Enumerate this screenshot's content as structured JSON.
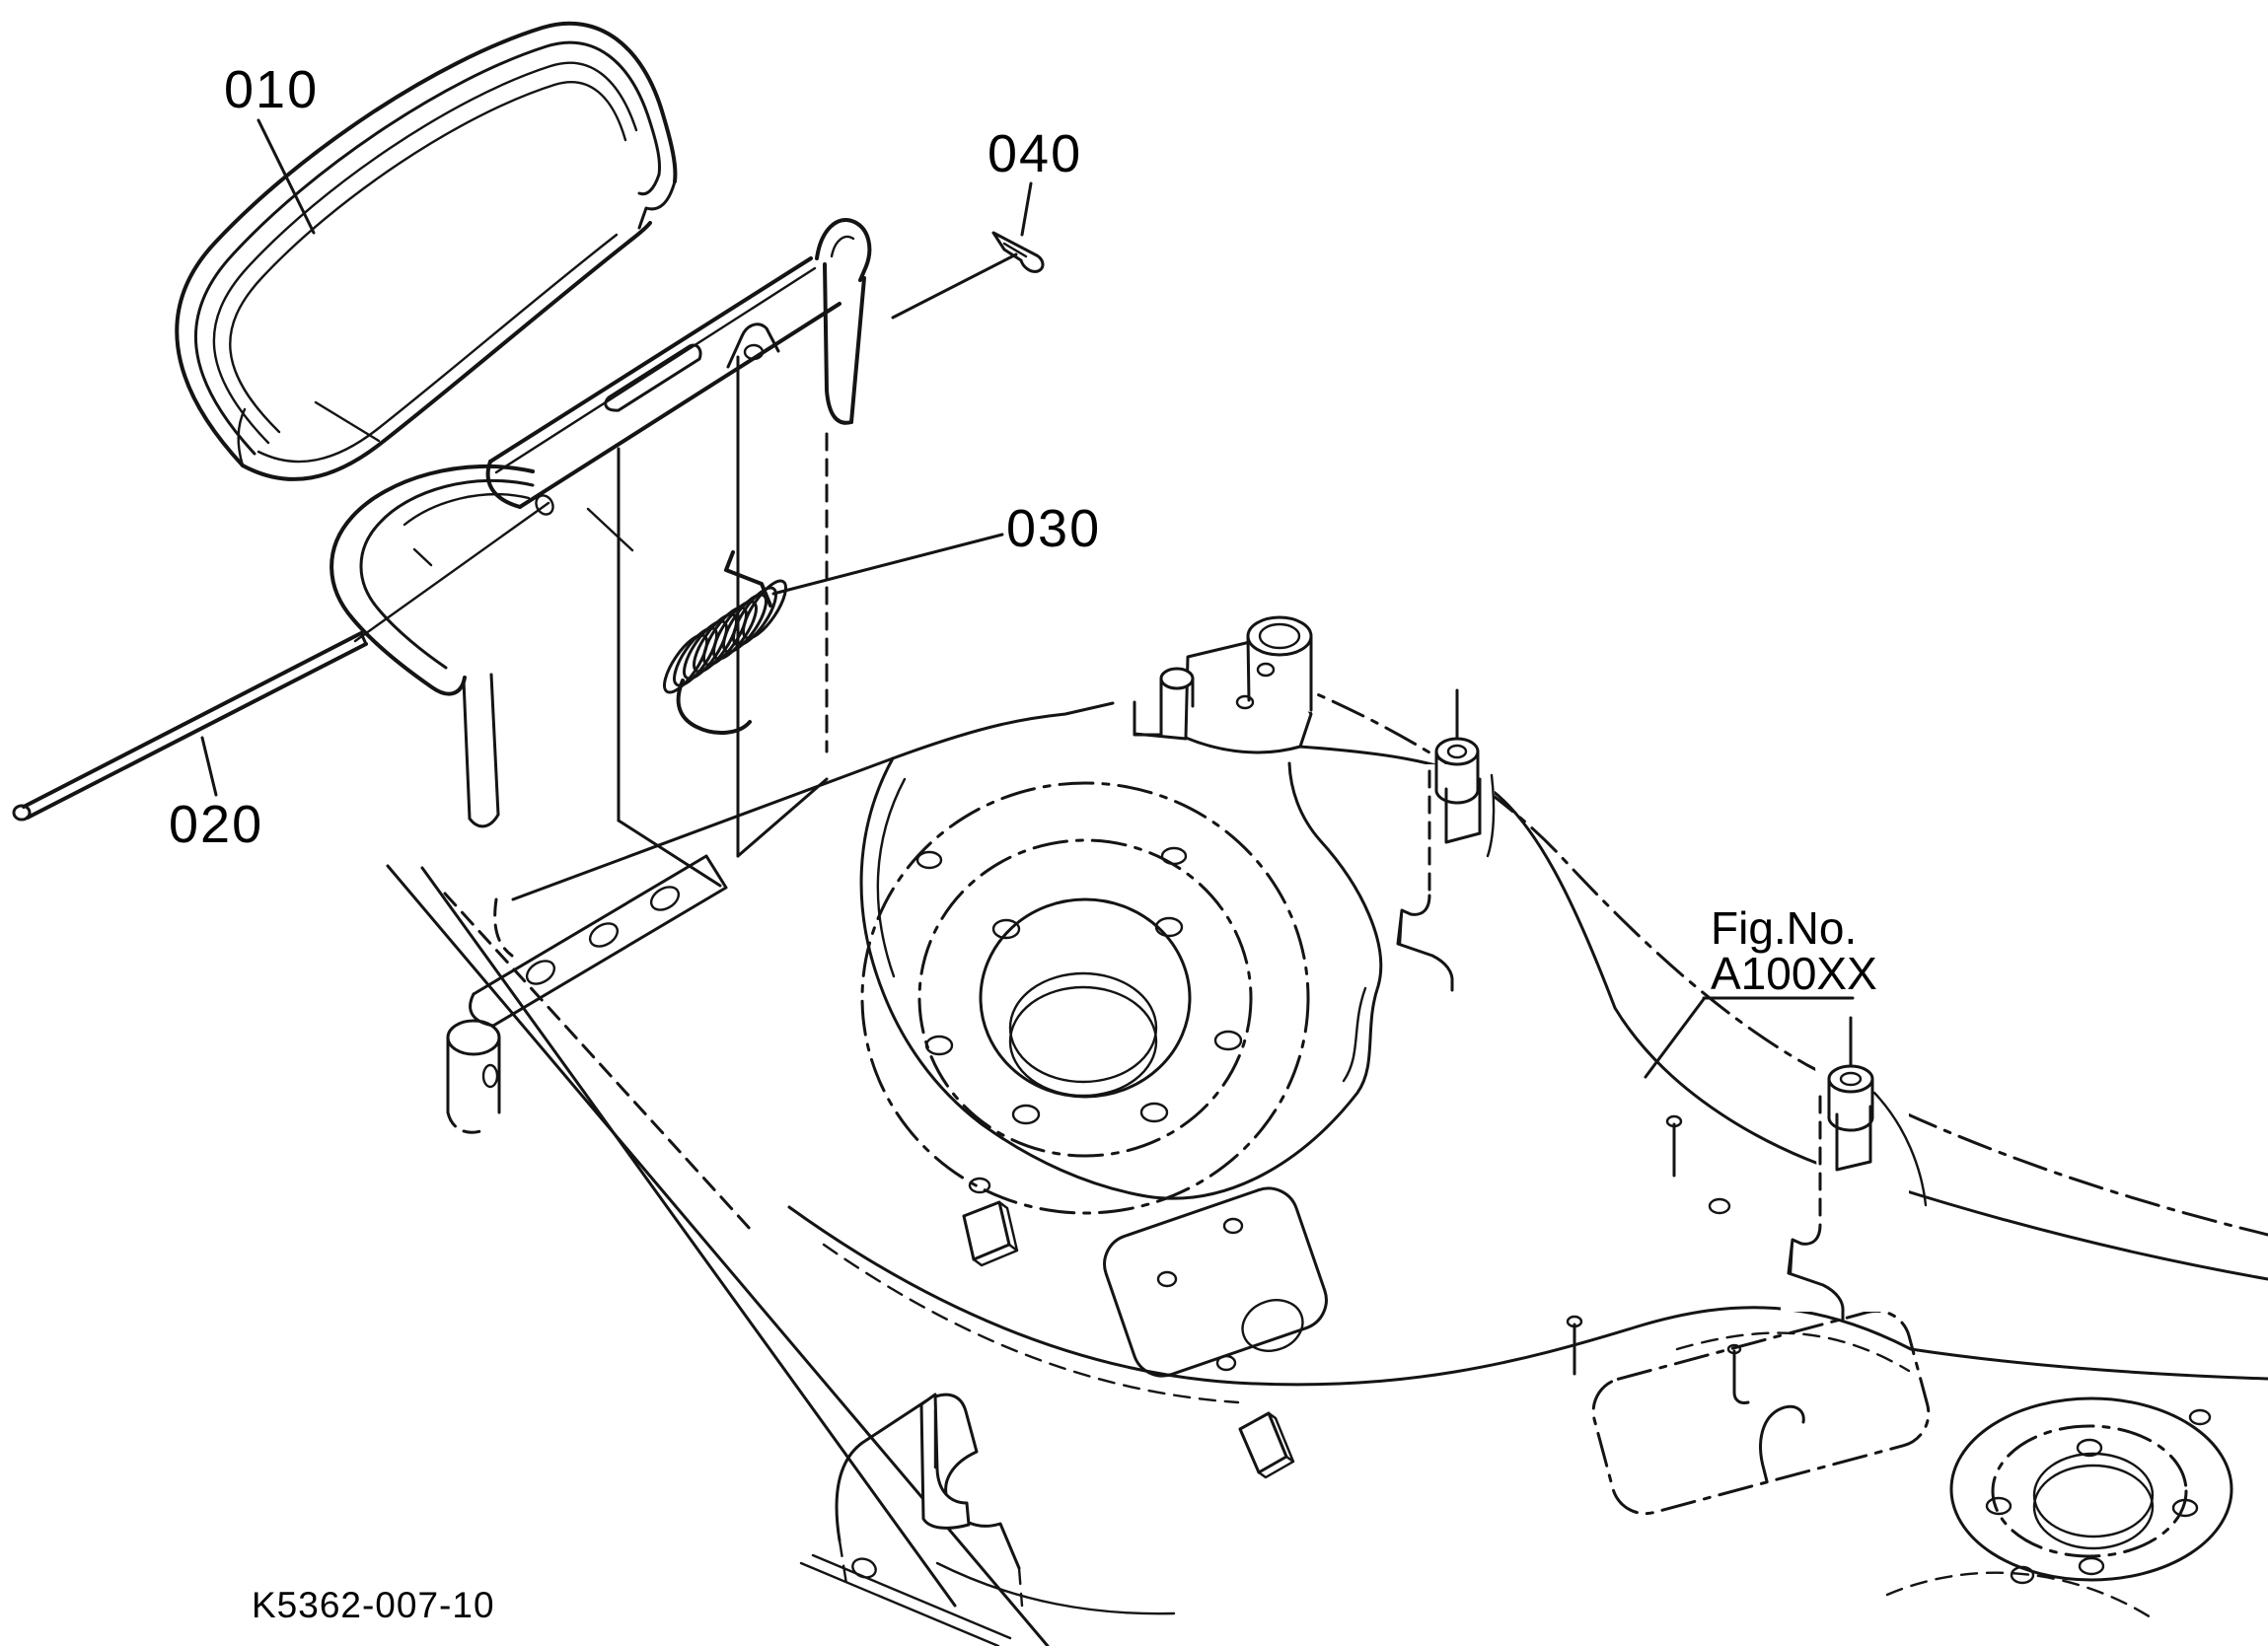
{
  "page": {
    "background": "#ffffff",
    "line_color": "#141414",
    "type": "parts-diagram"
  },
  "labels": {
    "l010": "010",
    "l020": "020",
    "l030": "030",
    "l040": "040"
  },
  "fig_ref": {
    "line1": "Fig.No.",
    "line2": "A100XX"
  },
  "drawing_number": "K5362-007-10"
}
